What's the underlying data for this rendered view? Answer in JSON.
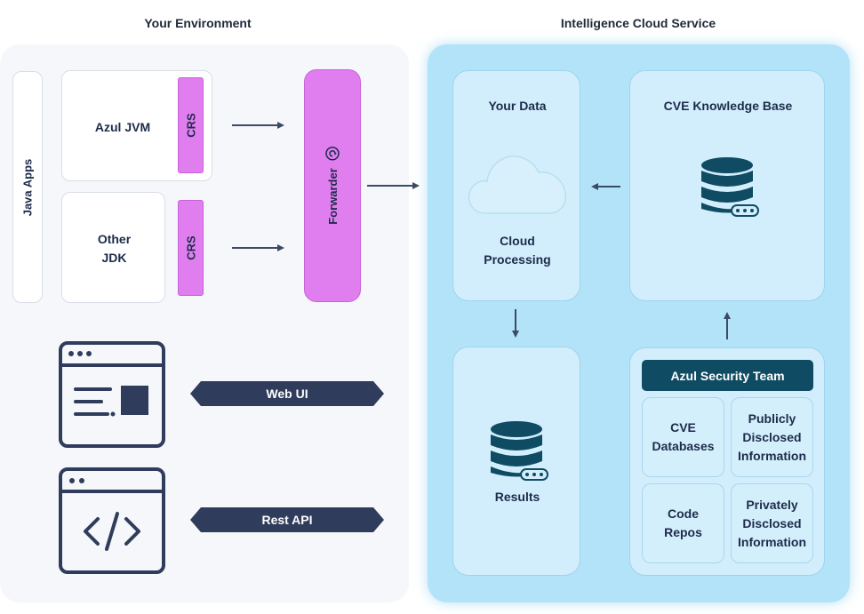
{
  "headers": {
    "left": "Your Environment",
    "right": "Intelligence Cloud Service"
  },
  "environment": {
    "java_apps": "Java Apps",
    "azul_jvm": "Azul JVM",
    "other_jdk_line1": "Other",
    "other_jdk_line2": "JDK",
    "crs": "CRS",
    "forwarder": "Forwarder",
    "web_ui": "Web UI",
    "rest_api": "Rest API"
  },
  "cloud": {
    "your_data": "Your Data",
    "cloud_processing_line1": "Cloud",
    "cloud_processing_line2": "Processing",
    "cve_kb": "CVE Knowledge Base",
    "results": "Results",
    "security_team": "Azul Security Team",
    "sources": [
      [
        "CVE",
        "Databases"
      ],
      [
        "Publicly",
        "Disclosed",
        "Information"
      ],
      [
        "Code",
        "Repos"
      ],
      [
        "Privately",
        "Disclosed",
        "Information"
      ]
    ]
  },
  "colors": {
    "crs_fill": "#e07ef0",
    "cloud_panel": "#b3e3f8",
    "team_header": "#0f4c63",
    "ink": "#1d2b4a",
    "database": "#0f4c63"
  }
}
